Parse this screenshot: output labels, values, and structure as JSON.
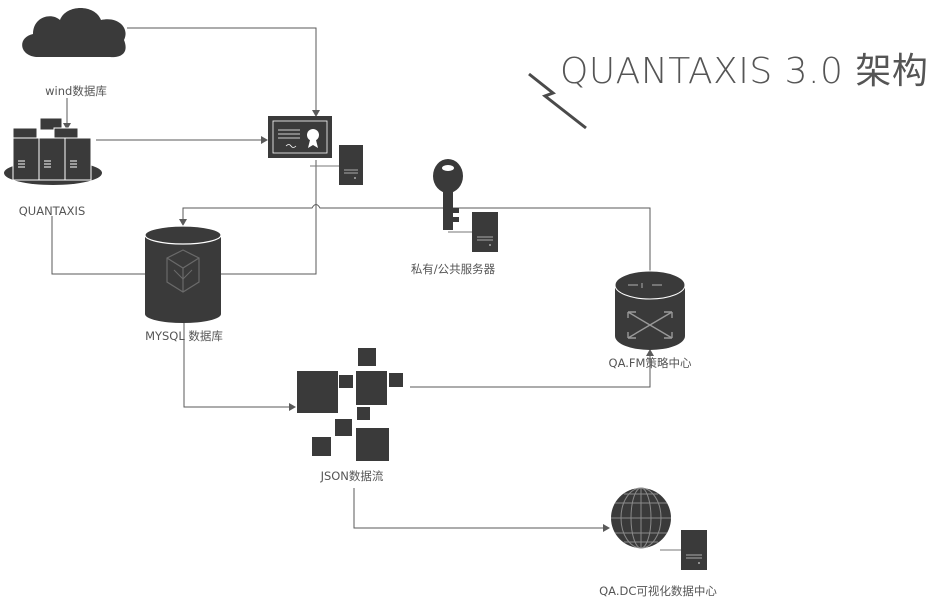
{
  "title": "QUANTAXIS 3.0 架构",
  "nodes": {
    "wind": {
      "label": "wind数据库",
      "icon": "cloud-icon"
    },
    "quantaxis": {
      "label": "QUANTAXIS",
      "icon": "server-cluster-icon"
    },
    "certificate": {
      "label": "",
      "icon": "certificate-server-icon"
    },
    "server": {
      "label": "私有/公共服务器",
      "icon": "key-server-icon"
    },
    "mysql": {
      "label": "MYSQL 数据库",
      "icon": "database-icon"
    },
    "fm": {
      "label": "QA.FM策略中心",
      "icon": "router-icon"
    },
    "json": {
      "label": "JSON数据流",
      "icon": "data-blocks-icon"
    },
    "dc": {
      "label": "QA.DC可视化数据中心",
      "icon": "globe-server-icon"
    }
  },
  "colors": {
    "icon": "#3a3a3a",
    "line": "#5a5a5a",
    "text": "#555555"
  }
}
